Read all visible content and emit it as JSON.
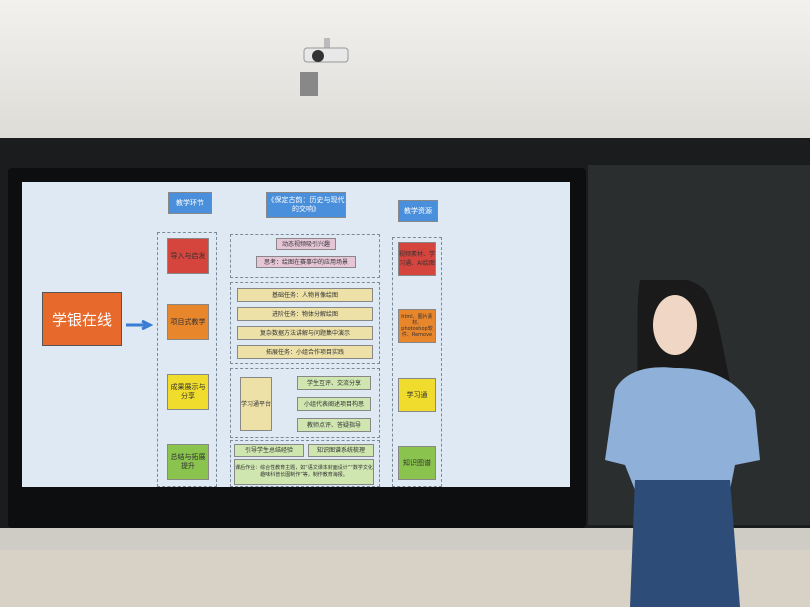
{
  "slide": {
    "logo": "学银在线",
    "col_left_header": "教学环节",
    "title": "《保定古韵：历史与现代的交响》",
    "col_right_header": "教学资源",
    "stages": [
      "导入与启发",
      "项目式教学",
      "成果展示与分享",
      "总结与拓展提升"
    ],
    "intro_items": [
      "动态视频吸引兴趣",
      "思考：绘图在赛事中的应用场景"
    ],
    "project_items": [
      "基础任务：人物肖像绘图",
      "进阶任务：物体分解绘图",
      "复杂数据方法讲解与问题集中演示",
      "拓展任务：小组合作项目实践"
    ],
    "platform": "学习通平台",
    "share_items": [
      "学生互评、交流分享",
      "小组代表阐述项目构思",
      "教师点评、答疑指导"
    ],
    "summary_items": [
      "引导学生总结经验",
      "知识图谱系统梳理"
    ],
    "homework": "课后作业：综合性教育主题，如“语文课本封面设计”“数学文化趣味科普长图制作”等，制作教育海报。",
    "resources": [
      "视频素材、学习通、AI绘图",
      "html、图片素材、photoshop软件、Remove",
      "学习通",
      "知识图谱"
    ]
  }
}
